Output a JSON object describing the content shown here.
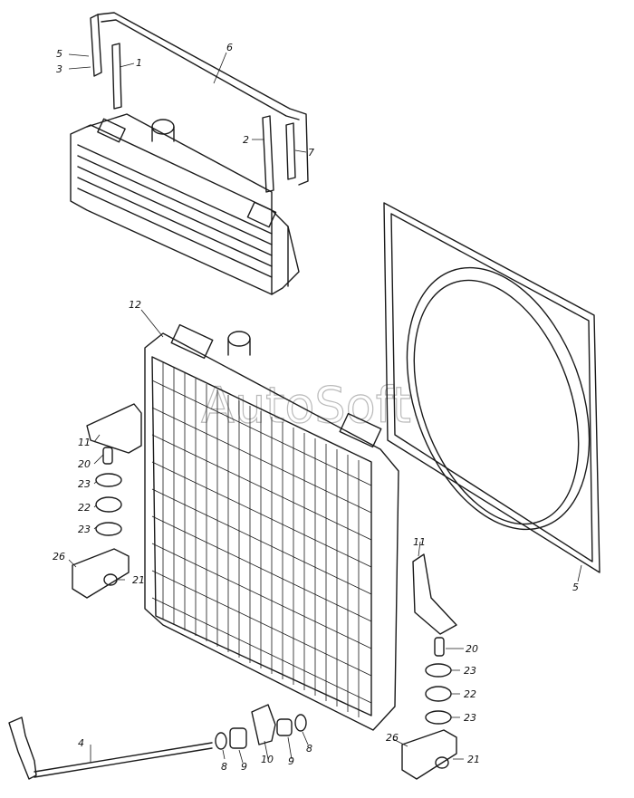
{
  "watermark": "AutoSoft",
  "callouts": [
    {
      "id": "lbl-5-top",
      "text": "5"
    },
    {
      "id": "lbl-3",
      "text": "3"
    },
    {
      "id": "lbl-1",
      "text": "1"
    },
    {
      "id": "lbl-6",
      "text": "6"
    },
    {
      "id": "lbl-2",
      "text": "2"
    },
    {
      "id": "lbl-7",
      "text": "7"
    },
    {
      "id": "lbl-12",
      "text": "12"
    },
    {
      "id": "lbl-11-left",
      "text": "11"
    },
    {
      "id": "lbl-20-left",
      "text": "20"
    },
    {
      "id": "lbl-23-left-a",
      "text": "23"
    },
    {
      "id": "lbl-22-left",
      "text": "22"
    },
    {
      "id": "lbl-23-left-b",
      "text": "23"
    },
    {
      "id": "lbl-26-left",
      "text": "26"
    },
    {
      "id": "lbl-21-left",
      "text": "21"
    },
    {
      "id": "lbl-4",
      "text": "4"
    },
    {
      "id": "lbl-8-left",
      "text": "8"
    },
    {
      "id": "lbl-9-left",
      "text": "9"
    },
    {
      "id": "lbl-10",
      "text": "10"
    },
    {
      "id": "lbl-9-right",
      "text": "9"
    },
    {
      "id": "lbl-8-right",
      "text": "8"
    },
    {
      "id": "lbl-11-right",
      "text": "11"
    },
    {
      "id": "lbl-20-right",
      "text": "20"
    },
    {
      "id": "lbl-23-right-a",
      "text": "23"
    },
    {
      "id": "lbl-22-right",
      "text": "22"
    },
    {
      "id": "lbl-23-right-b",
      "text": "23"
    },
    {
      "id": "lbl-26-right",
      "text": "26"
    },
    {
      "id": "lbl-21-right",
      "text": "21"
    },
    {
      "id": "lbl-5-bottom",
      "text": "5"
    }
  ]
}
